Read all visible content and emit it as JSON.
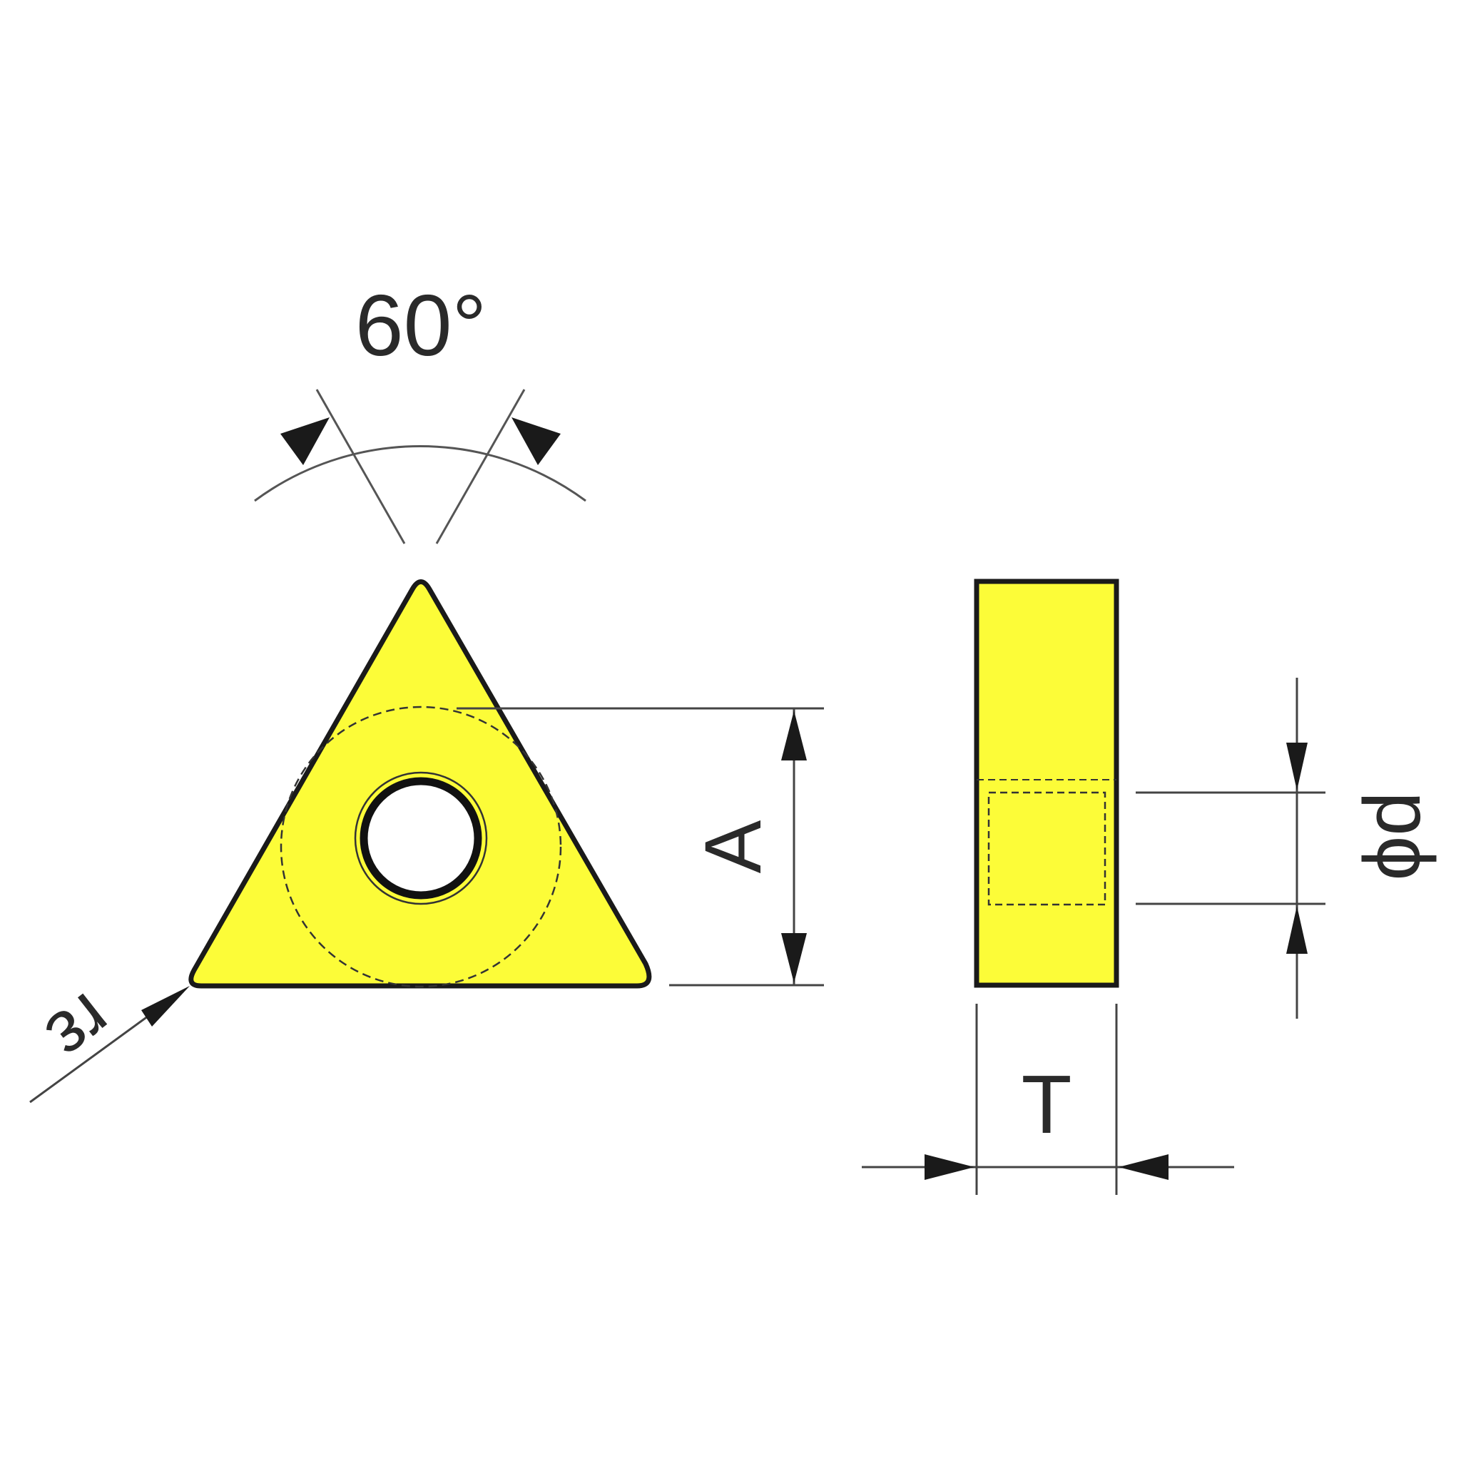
{
  "diagram": {
    "fill_color": "#fcfc38",
    "outline_color": "#1a1a1a",
    "labels": {
      "angle": "60°",
      "height": "A",
      "radius": "rε",
      "hole": "ϕd",
      "thickness": "T"
    }
  }
}
